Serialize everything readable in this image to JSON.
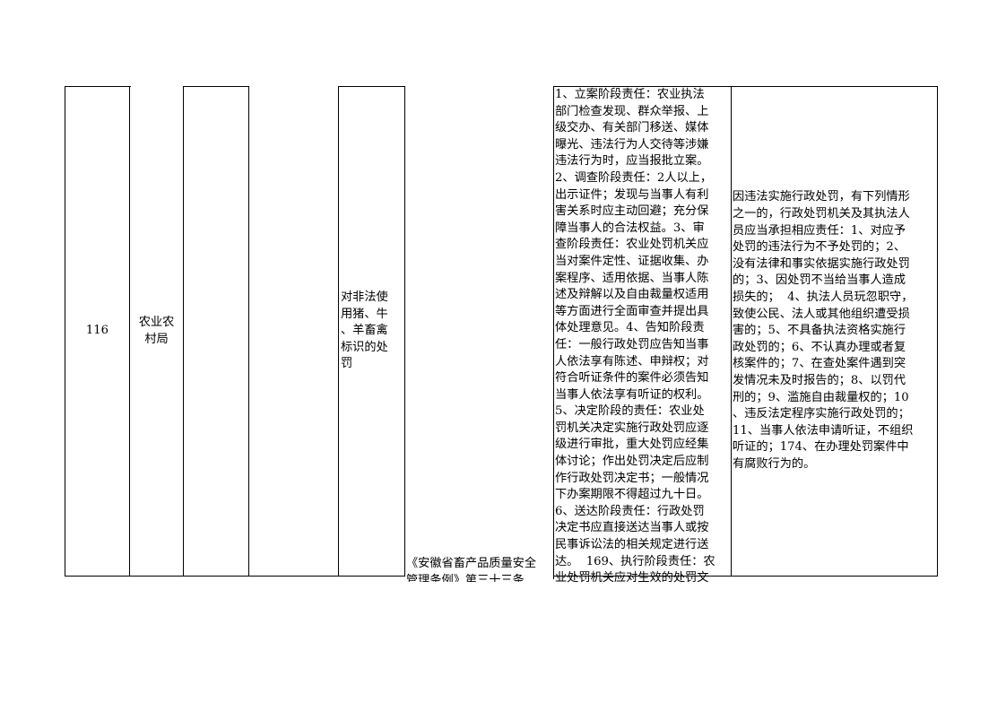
{
  "row": {
    "number": "116",
    "department": "农业农\n村局",
    "item_name": "对非法使\n用猪、牛\n、羊畜禽\n标识的处\n罚",
    "legal_basis": "《安徽省畜产品质量安全\n管理条例》第三十三条",
    "responsibility": "1、立案阶段责任：农业执法\n部门检查发现、群众举报、上\n级交办、有关部门移送、媒体\n曝光、违法行为人交待等涉嫌\n违法行为时，应当报批立案。\n2、调查阶段责任：2人以上，\n出示证件；发现与当事人有利\n害关系时应主动回避；充分保\n障当事人的合法权益。3、审\n查阶段责任：农业处罚机关应\n当对案件定性、证据收集、办\n案程序、适用依据、当事人陈\n述及辩解以及自由裁量权适用\n等方面进行全面审查并提出具\n体处理意见。4、告知阶段责\n任：一般行政处罚应告知当事\n人依法享有陈述、申辩权；对\n符合听证条件的案件必须告知\n当事人依法享有听证的权利。\n5、决定阶段的责任：农业处\n罚机关决定实施行政处罚应逐\n级进行审批，重大处罚应经集\n体讨论；作出处罚决定后应制\n作行政处罚决定书；一般情况\n下办案期限不得超过九十日。\n6、送达阶段责任：行政处罚\n决定书应直接送达当事人或按\n民事诉讼法的相关规定进行送\n达。  169、执行阶段责任：农\n业处罚机关应对生效的处罚文\n书在法定期限内执行完毕，",
    "accountability": "因违法实施行政处罚，有下列情形\n之一的，行政处罚机关及其执法人\n员应当承担相应责任：1、对应予\n处罚的违法行为不予处罚的；2、\n没有法律和事实依据实施行政处罚\n的；3、因处罚不当给当事人造成\n损失的；  4、执法人员玩忽职守，\n致使公民、法人或其他组织遭受损\n害的；5、不具备执法资格实施行\n政处罚的；6、不认真办理或者复\n核案件的；7、在查处案件遇到突\n发情况未及时报告的；8、以罚代\n刑的；9、滥施自由裁量权的；10\n、违反法定程序实施行政处罚的；\n11、当事人依法申请听证，不组织\n听证的；174、在办理处罚案件中\n有腐败行为的。"
  }
}
